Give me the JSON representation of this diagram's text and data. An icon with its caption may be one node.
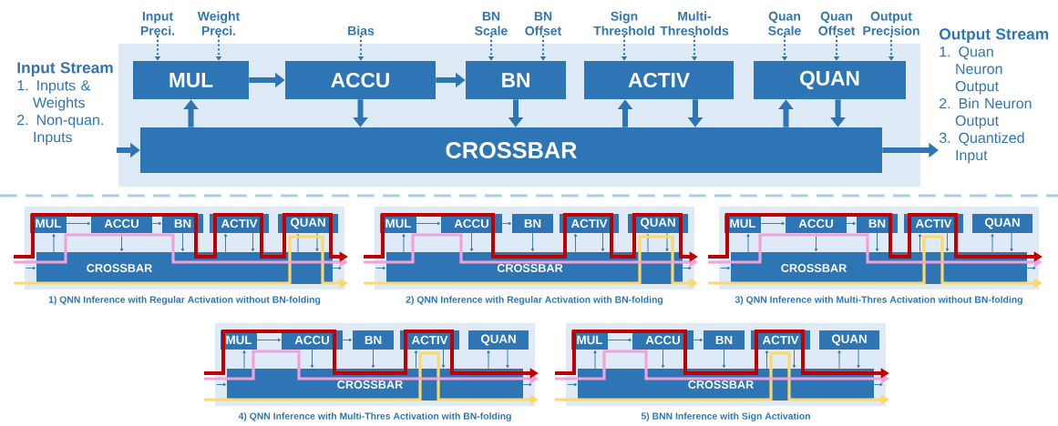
{
  "diagram": {
    "nodes": [
      {
        "text": [],
        "shape": "box"
      },
      {
        "text": [
          "MUL"
        ],
        "in": 0
      },
      {
        "text": [
          "ACCU"
        ],
        "in": 0
      },
      {
        "text": [
          "BN"
        ],
        "in": 0
      },
      {
        "text": [
          "ACTIV"
        ],
        "in": 0
      },
      {
        "text": [
          "QUAN"
        ],
        "in": 0
      },
      {
        "text": [
          "CROSSBAR"
        ],
        "in": 0
      },
      {
        "text": [
          "Input Stream",
          "1. Inputs & Weights",
          "2. Non-quan. Inputs"
        ]
      },
      {
        "text": [
          "Output Stream",
          "1. Quan Neuron Output",
          "2. Bin Neuron Output",
          "3. Quantized Input"
        ]
      },
      {
        "text": [
          "Input Preci."
        ]
      },
      {
        "text": [
          "Weight Preci."
        ]
      },
      {
        "text": [
          "Bias"
        ]
      },
      {
        "text": [
          "BN Scale"
        ]
      },
      {
        "text": [
          "BN Offset"
        ]
      },
      {
        "text": [
          "Sign Threshold"
        ]
      },
      {
        "text": [
          "Multi-Thresholds"
        ]
      },
      {
        "text": [
          "Quan Scale"
        ]
      },
      {
        "text": [
          "Quan Offset"
        ]
      },
      {
        "text": [
          "Output Precision"
        ]
      },
      {
        "text": [],
        "shape": "box"
      },
      {
        "text": [
          "MUL"
        ],
        "in": 19
      },
      {
        "text": [
          "ACCU"
        ],
        "in": 19
      },
      {
        "text": [
          "BN"
        ],
        "in": 19
      },
      {
        "text": [
          "ACTIV"
        ],
        "in": 19
      },
      {
        "text": [
          "QUAN"
        ],
        "in": 19
      },
      {
        "text": [
          "CROSSBAR"
        ],
        "in": 19
      },
      {
        "text": [],
        "shape": "box"
      },
      {
        "text": [
          "MUL"
        ],
        "in": 26
      },
      {
        "text": [
          "ACCU"
        ],
        "in": 26
      },
      {
        "text": [
          "BN"
        ],
        "in": 26
      },
      {
        "text": [
          "ACTIV"
        ],
        "in": 26
      },
      {
        "text": [
          "QUAN"
        ],
        "in": 26
      },
      {
        "text": [
          "CROSSBAR"
        ],
        "in": 26
      },
      {
        "text": [],
        "shape": "box"
      },
      {
        "text": [
          "MUL"
        ],
        "in": 33
      },
      {
        "text": [
          "ACCU"
        ],
        "in": 33
      },
      {
        "text": [
          "BN"
        ],
        "in": 33
      },
      {
        "text": [
          "ACTIV"
        ],
        "in": 33
      },
      {
        "text": [
          "QUAN"
        ],
        "in": 33
      },
      {
        "text": [
          "CROSSBAR"
        ],
        "in": 33
      },
      {
        "text": [],
        "shape": "box"
      },
      {
        "text": [
          "MUL"
        ],
        "in": 40
      },
      {
        "text": [
          "ACCU"
        ],
        "in": 40
      },
      {
        "text": [
          "BN"
        ],
        "in": 40
      },
      {
        "text": [
          "ACTIV"
        ],
        "in": 40
      },
      {
        "text": [
          "QUAN"
        ],
        "in": 40
      },
      {
        "text": [
          "CROSSBAR"
        ],
        "in": 40
      },
      {
        "text": [],
        "shape": "box"
      },
      {
        "text": [
          "MUL"
        ],
        "in": 47
      },
      {
        "text": [
          "ACCU"
        ],
        "in": 47
      },
      {
        "text": [
          "BN"
        ],
        "in": 47
      },
      {
        "text": [
          "ACTIV"
        ],
        "in": 47
      },
      {
        "text": [
          "QUAN"
        ],
        "in": 47
      },
      {
        "text": [
          "CROSSBAR"
        ],
        "in": 47
      }
    ],
    "edges": [
      {
        "from": 1,
        "to": 2,
        "arrow": "to",
        "style": "thick"
      },
      {
        "from": 2,
        "to": 3,
        "arrow": "to",
        "style": "thick"
      },
      {
        "from": 6,
        "to": 1,
        "arrow": "to",
        "style": "thick"
      },
      {
        "from": 2,
        "to": 6,
        "arrow": "to",
        "style": "thick"
      },
      {
        "from": 3,
        "to": 6,
        "arrow": "to",
        "style": "thick"
      },
      {
        "from": 6,
        "to": 4,
        "arrow": "to",
        "style": "thick"
      },
      {
        "from": 4,
        "to": 6,
        "arrow": "to",
        "style": "thick"
      },
      {
        "from": 6,
        "to": 5,
        "arrow": "to",
        "style": "thick"
      },
      {
        "from": 5,
        "to": 6,
        "arrow": "to",
        "style": "thick"
      },
      {
        "from": 7,
        "to": 6,
        "arrow": "to",
        "style": "thick"
      },
      {
        "from": 6,
        "to": 8,
        "arrow": "to",
        "style": "thick"
      },
      {
        "from": 9,
        "to": 1,
        "arrow": "to",
        "style": "dashed"
      },
      {
        "from": 10,
        "to": 1,
        "arrow": "to",
        "style": "dashed"
      },
      {
        "from": 11,
        "to": 2,
        "arrow": "to",
        "style": "dashed"
      },
      {
        "from": 12,
        "to": 3,
        "arrow": "to",
        "style": "dashed"
      },
      {
        "from": 13,
        "to": 3,
        "arrow": "to",
        "style": "dashed"
      },
      {
        "from": 14,
        "to": 4,
        "arrow": "to",
        "style": "dashed"
      },
      {
        "from": 15,
        "to": 4,
        "arrow": "to",
        "style": "dashed"
      },
      {
        "from": 16,
        "to": 5,
        "arrow": "to",
        "style": "dashed"
      },
      {
        "from": 17,
        "to": 5,
        "arrow": "to",
        "style": "dashed"
      },
      {
        "from": 18,
        "to": 5,
        "arrow": "to",
        "style": "dashed"
      },
      {
        "from": 20,
        "to": 21,
        "arrow": "to"
      },
      {
        "from": 21,
        "to": 22,
        "arrow": "to"
      },
      {
        "from": 25,
        "to": 20,
        "arrow": "to"
      },
      {
        "from": 21,
        "to": 25,
        "arrow": "to"
      },
      {
        "from": 22,
        "to": 25,
        "arrow": "to"
      },
      {
        "from": 25,
        "to": 23,
        "arrow": "to"
      },
      {
        "from": 23,
        "to": 25,
        "arrow": "to"
      },
      {
        "from": 25,
        "to": 24,
        "arrow": "to"
      },
      {
        "from": 24,
        "to": 25,
        "arrow": "to"
      },
      {
        "from": null,
        "to": 25,
        "arrow": "to"
      },
      {
        "from": 25,
        "to": null,
        "arrow": "to"
      },
      {
        "from": 27,
        "to": 28,
        "arrow": "to"
      },
      {
        "from": 28,
        "to": 29,
        "arrow": "to"
      },
      {
        "from": 32,
        "to": 27,
        "arrow": "to"
      },
      {
        "from": 28,
        "to": 32,
        "arrow": "to"
      },
      {
        "from": 29,
        "to": 32,
        "arrow": "to"
      },
      {
        "from": 32,
        "to": 30,
        "arrow": "to"
      },
      {
        "from": 30,
        "to": 32,
        "arrow": "to"
      },
      {
        "from": 32,
        "to": 31,
        "arrow": "to"
      },
      {
        "from": 31,
        "to": 32,
        "arrow": "to"
      },
      {
        "from": null,
        "to": 32,
        "arrow": "to"
      },
      {
        "from": 32,
        "to": null,
        "arrow": "to"
      },
      {
        "from": 34,
        "to": 35,
        "arrow": "to"
      },
      {
        "from": 35,
        "to": 36,
        "arrow": "to"
      },
      {
        "from": 39,
        "to": 34,
        "arrow": "to"
      },
      {
        "from": 35,
        "to": 39,
        "arrow": "to"
      },
      {
        "from": 36,
        "to": 39,
        "arrow": "to"
      },
      {
        "from": 39,
        "to": 37,
        "arrow": "to"
      },
      {
        "from": 37,
        "to": 39,
        "arrow": "to"
      },
      {
        "from": 39,
        "to": 38,
        "arrow": "to"
      },
      {
        "from": 38,
        "to": 39,
        "arrow": "to"
      },
      {
        "from": null,
        "to": 39,
        "arrow": "to"
      },
      {
        "from": 39,
        "to": null,
        "arrow": "to"
      },
      {
        "from": 41,
        "to": 42,
        "arrow": "to"
      },
      {
        "from": 42,
        "to": 43,
        "arrow": "to"
      },
      {
        "from": 46,
        "to": 41,
        "arrow": "to"
      },
      {
        "from": 42,
        "to": 46,
        "arrow": "to"
      },
      {
        "from": 43,
        "to": 46,
        "arrow": "to"
      },
      {
        "from": 46,
        "to": 44,
        "arrow": "to"
      },
      {
        "from": 44,
        "to": 46,
        "arrow": "to"
      },
      {
        "from": 46,
        "to": 45,
        "arrow": "to"
      },
      {
        "from": 45,
        "to": 46,
        "arrow": "to"
      },
      {
        "from": null,
        "to": 46,
        "arrow": "to"
      },
      {
        "from": 46,
        "to": null,
        "arrow": "to"
      },
      {
        "from": 48,
        "to": 49,
        "arrow": "to"
      },
      {
        "from": 49,
        "to": 50,
        "arrow": "to"
      },
      {
        "from": 53,
        "to": 48,
        "arrow": "to"
      },
      {
        "from": 49,
        "to": 53,
        "arrow": "to"
      },
      {
        "from": 50,
        "to": 53,
        "arrow": "to"
      },
      {
        "from": 53,
        "to": 51,
        "arrow": "to"
      },
      {
        "from": 51,
        "to": 53,
        "arrow": "to"
      },
      {
        "from": 53,
        "to": 52,
        "arrow": "to"
      },
      {
        "from": 52,
        "to": 53,
        "arrow": "to"
      },
      {
        "from": null,
        "to": 53,
        "arrow": "to"
      },
      {
        "from": 53,
        "to": null,
        "arrow": "to"
      }
    ],
    "labels": [
      "1) QNN Inference with Regular Activation without BN-folding",
      "2) QNN Inference with Regular Activation with BN-folding",
      "3) QNN Inference with Multi-Thres Activation without BN-folding",
      "4) QNN Inference with Multi-Thres Activation with BN-folding",
      "5) BNN Inference with Sign Activation"
    ]
  }
}
